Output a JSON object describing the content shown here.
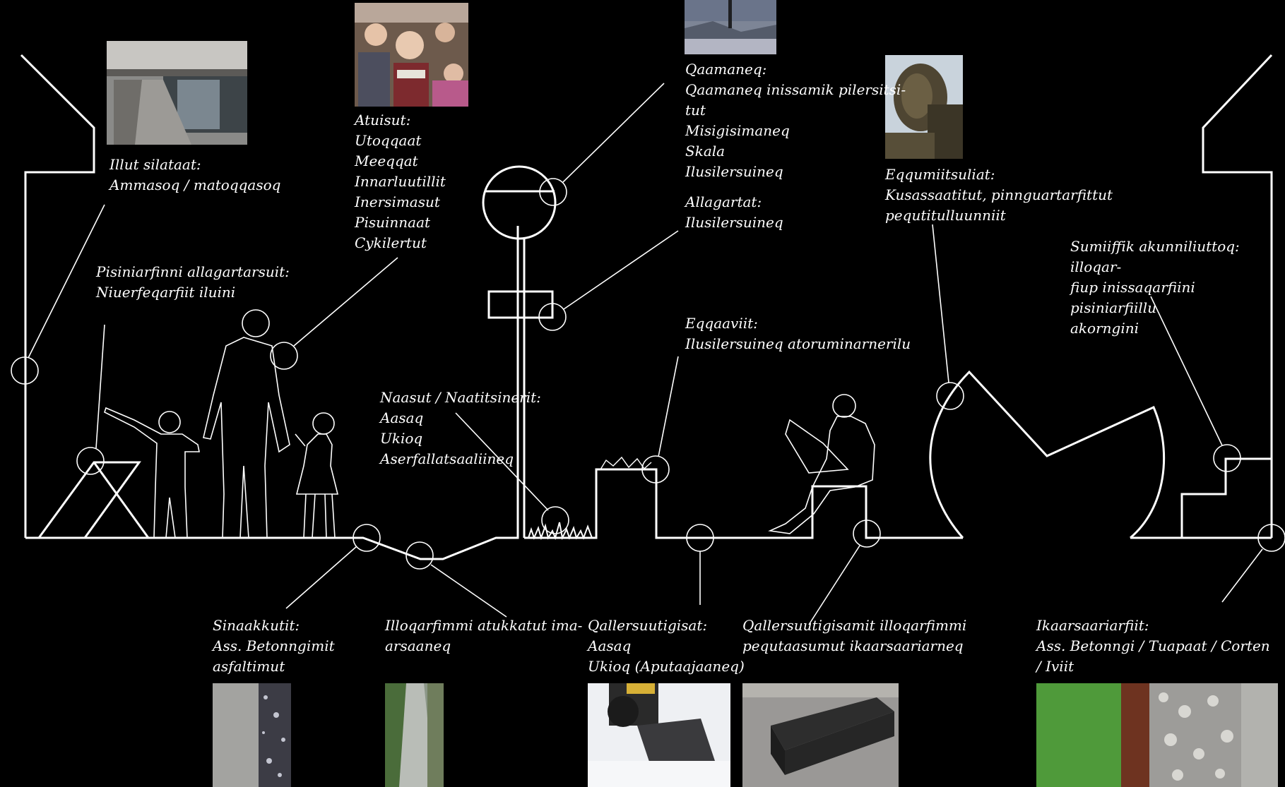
{
  "labels": {
    "illut": "Illut silataat:\nAmmasoq / matoqqasoq",
    "atuisut": "Atuisut:\nUtoqqaat\nMeeqqat\nInnarluutillit\nInersimasut\nPisuinnaat\nCykilertut",
    "qaamaneq": "Qaamaneq:\nQaamaneq inissamik pilersitsi-\ntut\nMisigisimaneq\nSkala\nIlusilersuineq",
    "allagartat": "Allagartat:\nIlusilersuineq",
    "eqqumiitsuliat": "Eqqumiitsuliat:\nKusassaatitut, pinnguartarfittut\npequtitulluunniit",
    "sumiiffik": "Sumiiffik akunniliuttoq: illoqar-\nfiup inissaqarfiini pisiniarfiillu\nakorngini",
    "pisiniarfinni": "Pisiniarfinni allagartarsuit:\nNiuerfeqarfiit iluini",
    "eqqaaviit": "Eqqaaviit:\nIlusilersuineq atoruminarnerilu",
    "naasut": "Naasut / Naatitsinerit:\nAasaq\nUkioq\nAserfallatsaaliineq",
    "sinaakkutit": "Sinaakkutit:\nAss. Betonngimit\nasfaltimut",
    "illoqarfimmi": "Illoqarfimmi atukkatut ima-\narsaaneq",
    "qallersuutigisat": "Qallersuutigisat:\nAasaq\nUkioq (Aputaajaaneq)",
    "qallersuutigisamit": "Qallersuutigisamit illoqarfimmi\npequtaasumut ikaarsaariarneq",
    "ikaarsaariarfiit": "Ikaarsaariarfiit:\nAss. Betonngi / Tuapaat / Corten\n/ Iviit"
  },
  "colors": {
    "background": "#000000",
    "line": "#ffffff",
    "text": "#ffffff"
  },
  "photos": [
    "building-photo",
    "crowd-photo",
    "waterfront-photo",
    "sculpture-photo",
    "concrete-asphalt-photo",
    "sidewalk-photo",
    "snowplow-photo",
    "bench-photo",
    "materials-photo"
  ]
}
